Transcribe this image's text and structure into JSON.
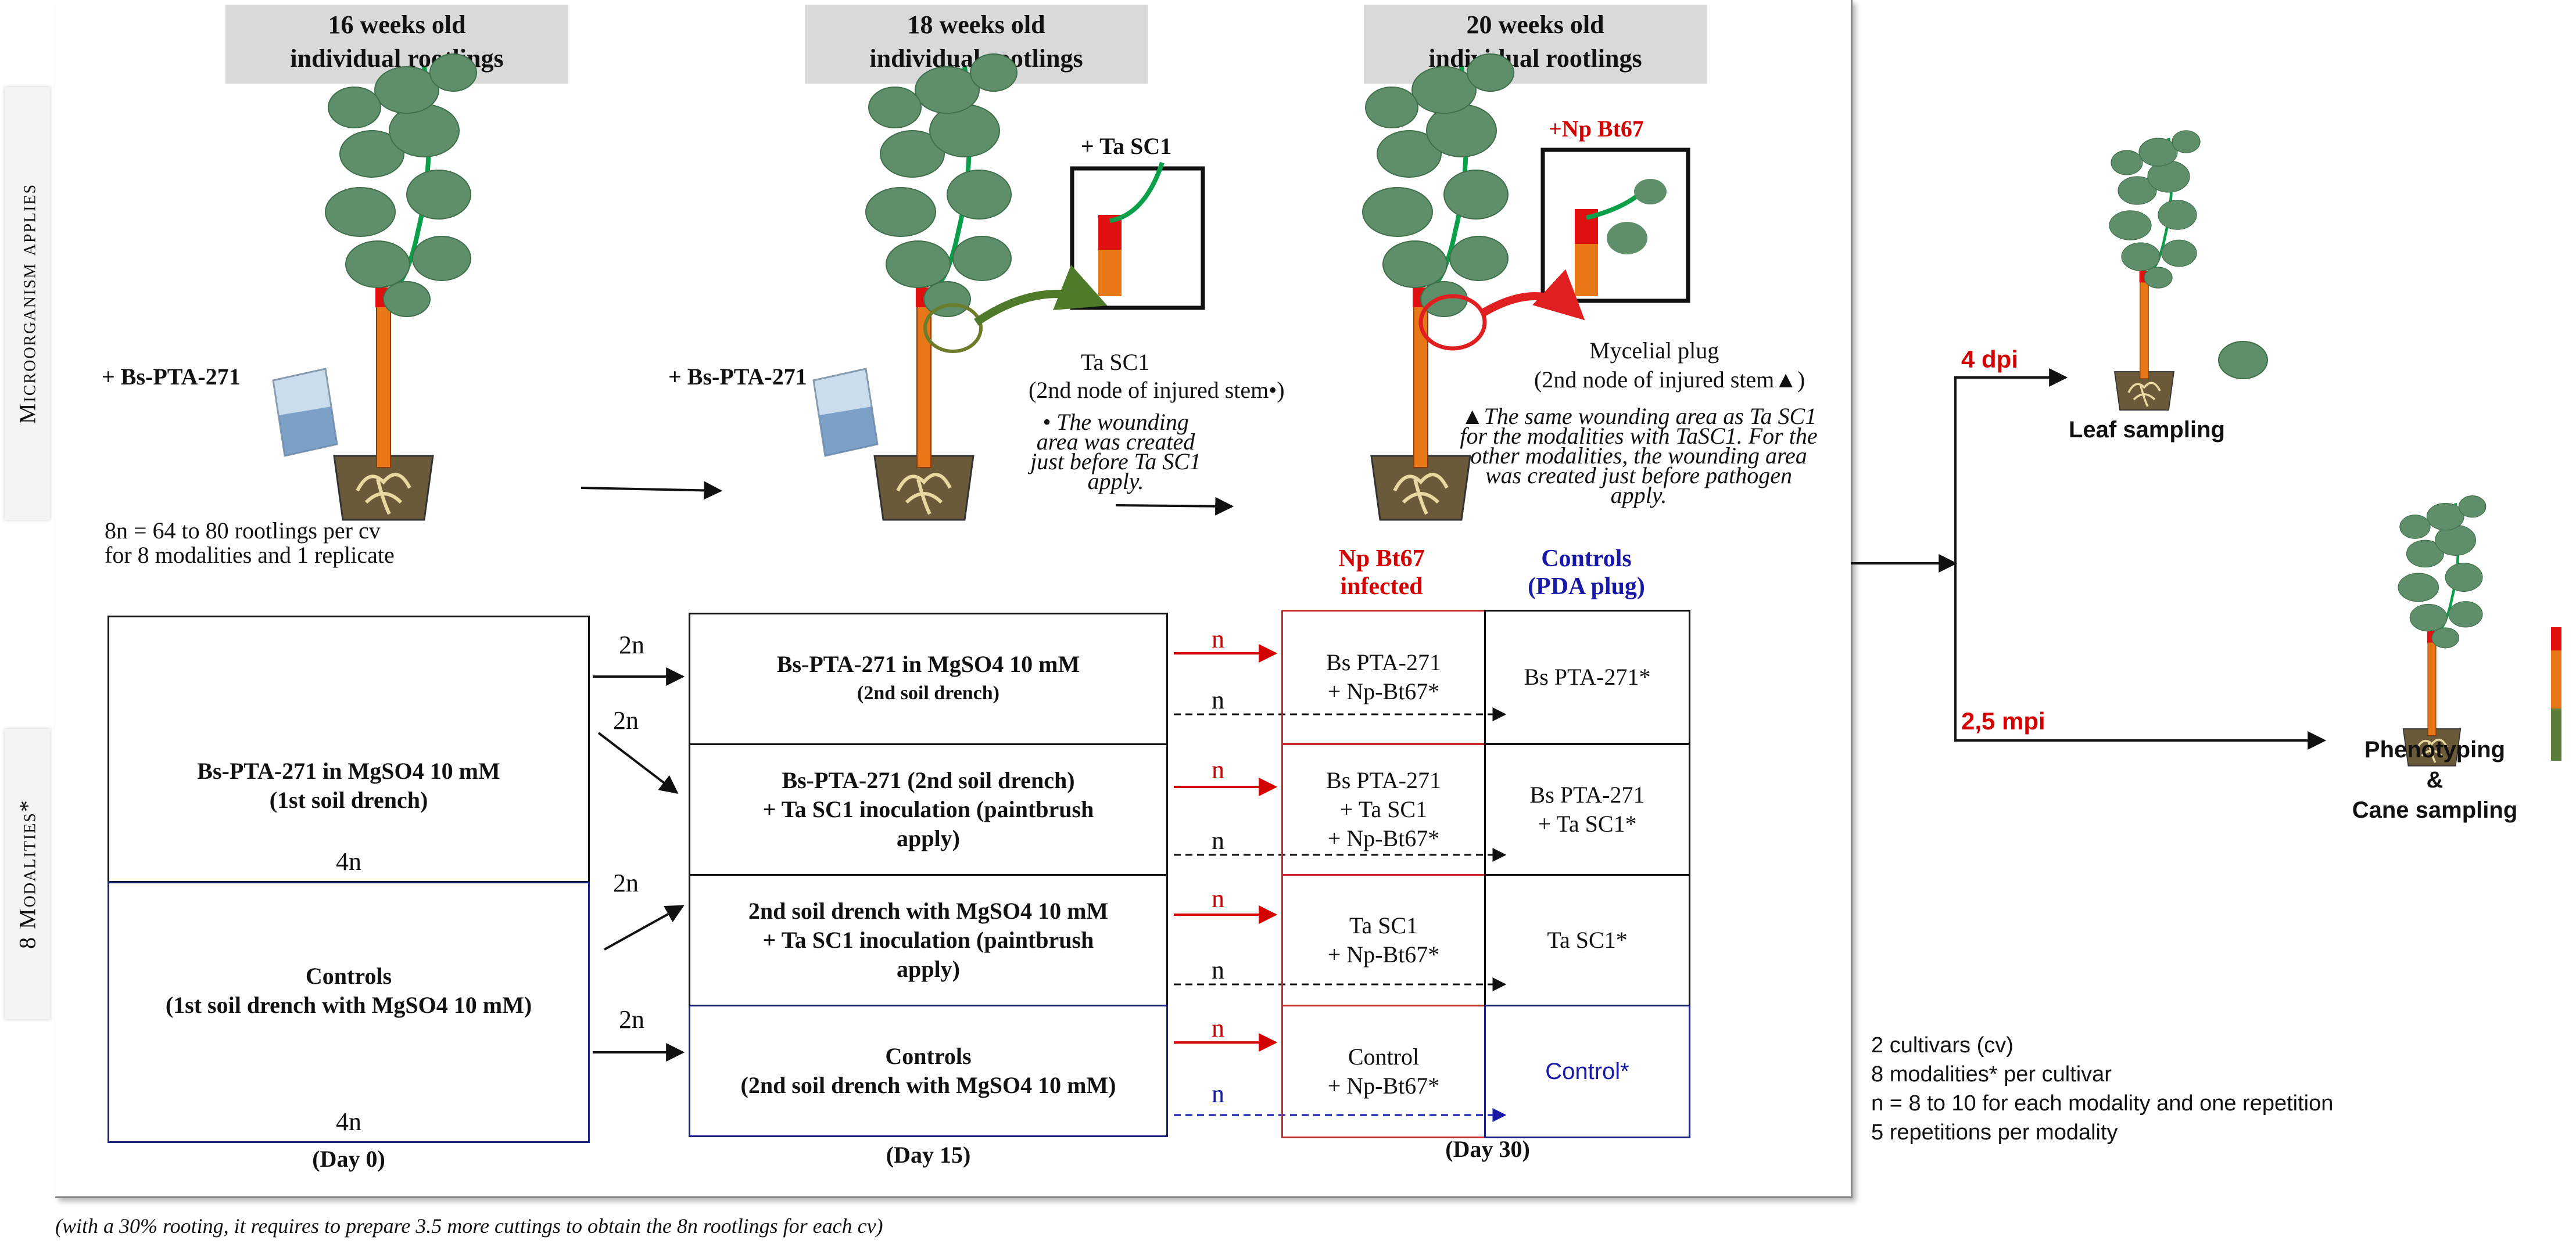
{
  "headers": {
    "week16": [
      "16 weeks old",
      "individual  rootlings"
    ],
    "week18": [
      "18 weeks old",
      "individual  rootlings"
    ],
    "week20": [
      "20 weeks old",
      "individual  rootlings"
    ]
  },
  "side_labels": {
    "top": "Microorganism applies",
    "bottom": "8 Modalities*"
  },
  "top_stage": {
    "bs_label_1": "+ Bs-PTA-271",
    "bs_label_2": "+ Bs-PTA-271",
    "ta_label": "+ Ta SC1",
    "np_label": "+Np Bt67",
    "ta_caption": "Ta SC1",
    "ta_caption_2": "(2nd node of injured stem•)",
    "ta_note": "• The wounding area was created just before Ta SC1 apply.",
    "myc_caption": "Mycelial plug",
    "myc_caption_2": "(2nd node of injured stem▲)",
    "myc_note": "▲The same wounding area as Ta SC1 for the modalities with TaSC1. For the other modalities, the wounding area was created just before pathogen apply."
  },
  "intro": {
    "line1": "8n = 64 to 80 rootlings per cv",
    "line2": "for 8 modalities  and 1 replicate"
  },
  "day0": {
    "box1_line1": "Bs-PTA-271  in MgSO4 10 mM",
    "box1_line2": "(1st soil drench)",
    "box1_count": "4n",
    "box2_line1": "Controls",
    "box2_line2": "(1st soil drench with MgSO4 10 mM)",
    "box2_count": "4n",
    "day": "(Day 0)"
  },
  "arrows_2n": [
    "2n",
    "2n",
    "2n",
    "2n"
  ],
  "day15": {
    "rows": [
      [
        "Bs-PTA-271  in MgSO4 10 mM",
        "(2nd soil drench)"
      ],
      [
        "Bs-PTA-271  (2nd soil drench)",
        "+ Ta SC1 inoculation (paintbrush",
        "apply)"
      ],
      [
        "2nd soil drench with MgSO4 10 mM",
        "+ Ta SC1 inoculation (paintbrush",
        "apply)"
      ],
      [
        "Controls",
        "(2nd soil drench with MgSO4 10 mM)"
      ]
    ],
    "day": "(Day 15)"
  },
  "n_labels": [
    "n",
    "n",
    "n",
    "n",
    "n",
    "n",
    "n",
    "n"
  ],
  "day30": {
    "infected_header_1": "Np Bt67",
    "infected_header_2": "infected",
    "controls_header_1": "Controls",
    "controls_header_2": "(PDA plug)",
    "infected": [
      [
        "Bs PTA-271",
        "+ Np-Bt67*"
      ],
      [
        "Bs PTA-271",
        "+ Ta SC1",
        "+ Np-Bt67*"
      ],
      [
        "Ta SC1",
        "+ Np-Bt67*"
      ],
      [
        "Control",
        "+ Np-Bt67*"
      ]
    ],
    "controls": [
      [
        "Bs PTA-271*"
      ],
      [
        "Bs PTA-271",
        "+ Ta SC1*"
      ],
      [
        "Ta SC1*"
      ],
      [
        "Control*"
      ]
    ],
    "day": "(Day 30)"
  },
  "right": {
    "dpi": "4 dpi",
    "leaf": "Leaf sampling",
    "mpi": "2,5 mpi",
    "pheno_1": "Phenotyping",
    "pheno_2": "&",
    "pheno_3": "Cane sampling"
  },
  "legend": [
    "2 cultivars  (cv)",
    "8 modalities*  per cultivar",
    "n = 8 to 10 for each modality  and one repetition",
    "5 repetitions  per modality"
  ],
  "footnote": "(with a 30% rooting, it requires to prepare 3.5 more cuttings to obtain the 8n rootlings for each cv)",
  "colors": {
    "red": "#d50000",
    "blue": "#1a1aa8",
    "leaf": "#5f8f6a",
    "stem": "#e87817",
    "pot": "#6b5a3a"
  }
}
